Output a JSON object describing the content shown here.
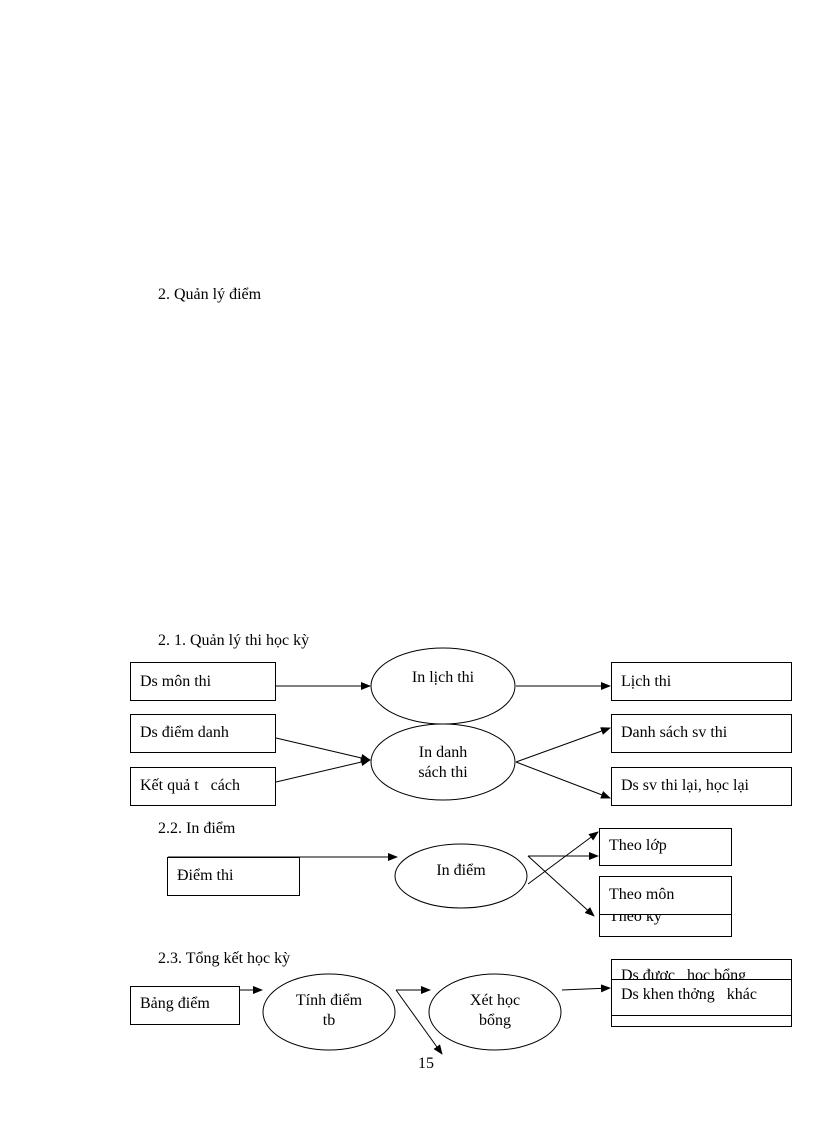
{
  "section_title": "2. Quản lý điểm",
  "subsections": {
    "s1": "2. 1. Quản lý thi học kỳ",
    "s2": "2.2. In điểm",
    "s3": "2.3. Tổng kết học kỳ"
  },
  "s1": {
    "inputs": [
      "Ds môn thi",
      "Ds điểm danh",
      "Kết quả t   cách"
    ],
    "processes": {
      "lich_thi": "In lịch thi",
      "danh_sach_l1": "In danh",
      "danh_sach_l2": "sách thi"
    },
    "outputs": [
      "Lịch thi",
      "Danh sách sv thi",
      "Ds sv thi lại, học lại"
    ]
  },
  "s2": {
    "input": "Điểm thi",
    "process": "In điểm",
    "outputs": [
      "Theo lớp",
      "Theo môn",
      "Theo kỳ"
    ]
  },
  "s3": {
    "input": "Bảng điểm",
    "process1_l1": "Tính điểm",
    "process1_l2": "tb",
    "process2_l1": "Xét học",
    "process2_l2": "bổng",
    "outputs": [
      "Ds được   học bổng",
      "Ds khen thởng   khác"
    ]
  },
  "page_number": "15"
}
